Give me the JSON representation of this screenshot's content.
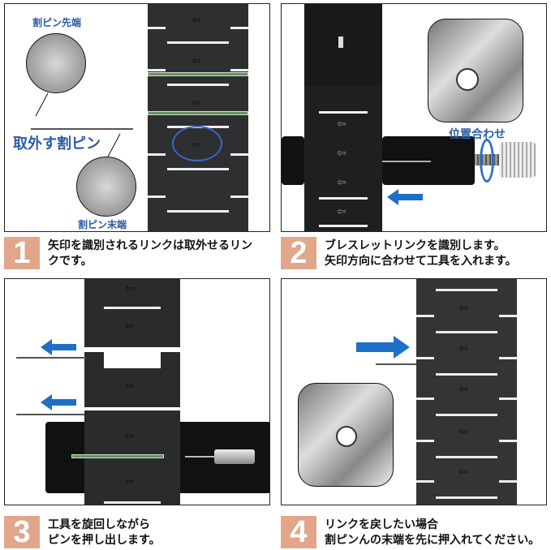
{
  "panels": [
    {
      "step": "1",
      "caption_lines": [
        "矢印を識別されるリンクは取外せるリン",
        "クです。"
      ],
      "labels": {
        "pin_tip": "割ピン先端",
        "pin_remove": "取外す割ピン",
        "pin_end": "割ピン末端"
      },
      "icons": [
        "link-arrow-icon",
        "highlight-circle"
      ]
    },
    {
      "step": "2",
      "caption_lines": [
        "ブレスレットリンクを識別します。",
        "矢印方向に合わせて工具を入れます。"
      ],
      "labels": {
        "align": "位置合わせ"
      },
      "icons": [
        "push-arrow-left-icon",
        "rotate-icon"
      ]
    },
    {
      "step": "3",
      "caption_lines": [
        "工具を旋回しながら",
        "ピンを押し出します。"
      ],
      "icons": [
        "pull-arrow-left-icon"
      ]
    },
    {
      "step": "4",
      "caption_lines": [
        "リンクを戻したい場合",
        "割ピンんの末端を先に押入れてください。"
      ],
      "icons": [
        "push-arrow-right-icon"
      ]
    }
  ],
  "colors": {
    "badge": "#e2a68a",
    "label_blue": "#2a5ca8",
    "arrow_blue": "#1f6fc8",
    "strap": "#2e2f31"
  },
  "arrow_glyph": "⇦"
}
